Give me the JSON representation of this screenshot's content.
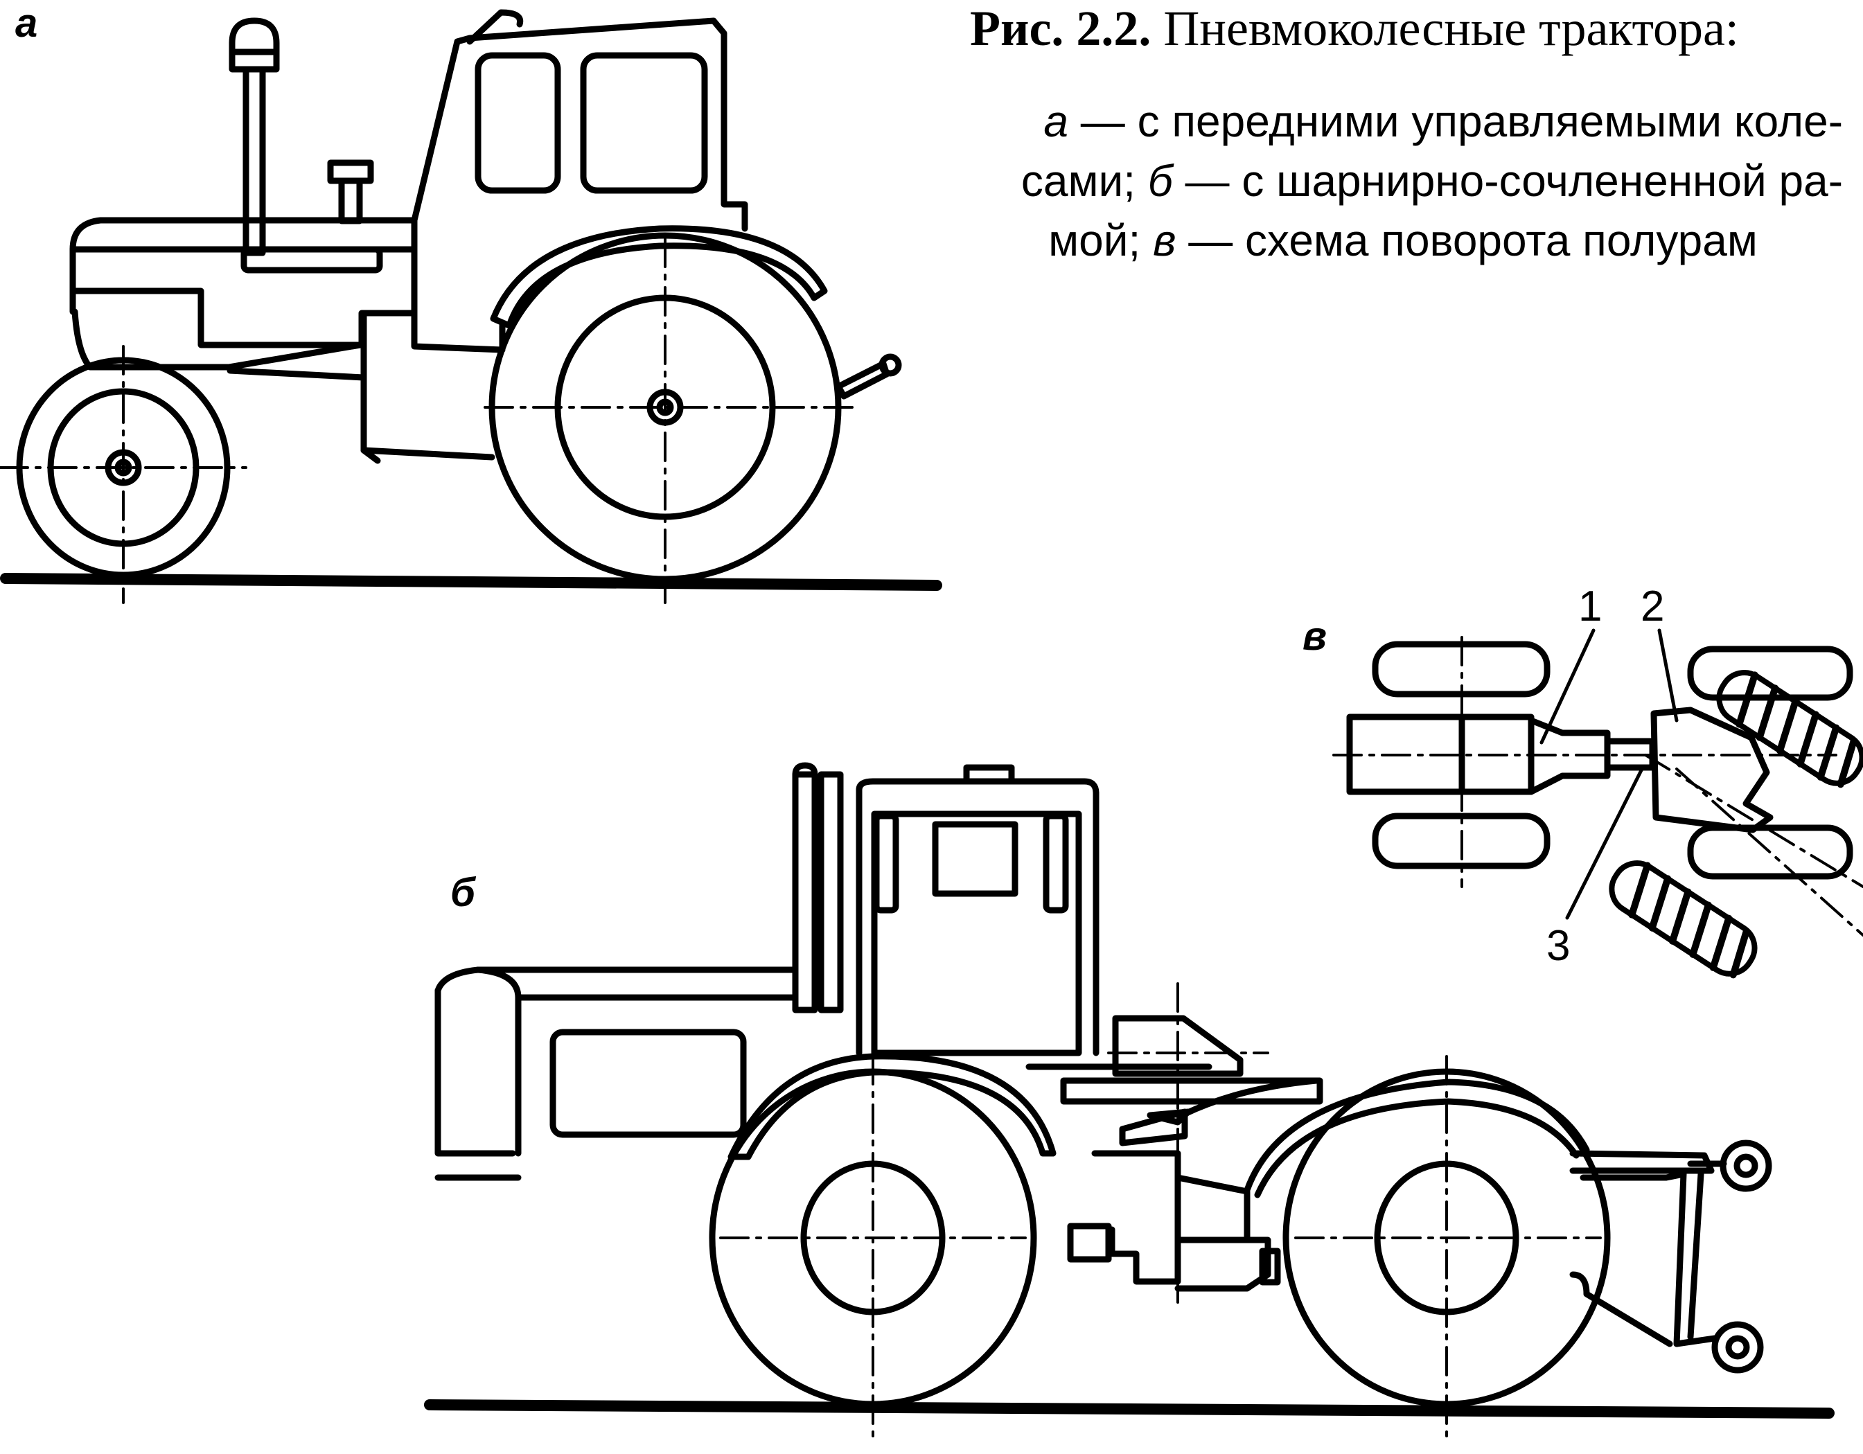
{
  "labels": {
    "a": "а",
    "b": "б",
    "v": "в"
  },
  "caption": {
    "title_bold": "Рис. 2.2.",
    "title_text": " Пневмоколесные трактора:",
    "line1_prefix": "а",
    "line1_text": " — с передними управляемыми коле-",
    "line2_text_start": "сами; ",
    "line2_italic": "б",
    "line2_text_end": " — с шарнирно-сочлененной ра-",
    "line3_text_start": "мой; ",
    "line3_italic": "в",
    "line3_text_end": " — схема поворота полурам"
  },
  "callouts": {
    "c1": "1",
    "c2": "2",
    "c3": "3"
  }
}
